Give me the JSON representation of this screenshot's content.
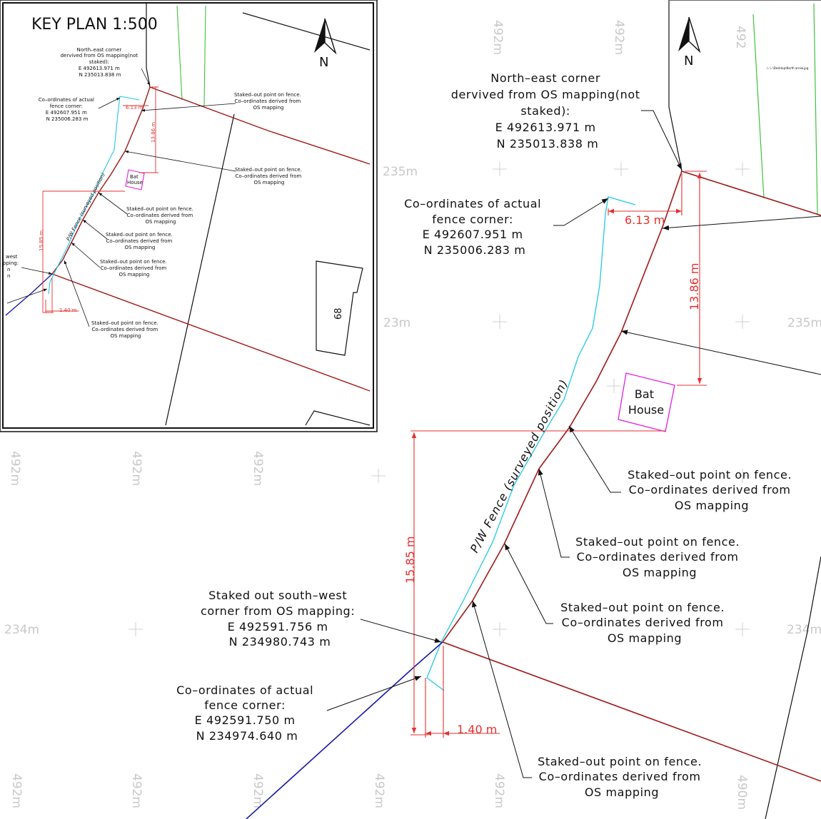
{
  "key_plan": {
    "title": "KEY PLAN 1:500",
    "north": "N",
    "ne_corner": [
      "North–east corner",
      "dervived from OS mapping(not",
      "staked):",
      "E 492613.971 m",
      "N 235013.838 m"
    ],
    "actual_ne": [
      "Co–ordinates of actual",
      "fence corner:",
      "E 492607.951 m",
      "N 235006.283 m"
    ],
    "staked_1": [
      "Staked–out point on fence.",
      "Co–ordinates derived from",
      "OS mapping"
    ],
    "staked_2": [
      "Staked–out point on fence.",
      "Co–ordinates derived from",
      "OS mapping"
    ],
    "staked_3": [
      "Staked–out point on fence.",
      "Co–ordinates derived from",
      "OS mapping"
    ],
    "staked_4": [
      "Staked–out point on fence.",
      "Co–ordinates derived from",
      "OS mapping"
    ],
    "staked_5": [
      "Staked–out point on fence.",
      "Co–ordinates derived from",
      "OS mapping"
    ],
    "staked_6": [
      "Staked–out point on fence.",
      "Co–ordinates derived from",
      "OS mapping"
    ],
    "sw_partial": [
      "west",
      "pping:",
      "n",
      "n"
    ],
    "dim_613": "6.13 m",
    "dim_1386": "13.86 m",
    "dim_1585": "15.85 m",
    "dim_140": "1.40 m",
    "fence_label": "P/W Fence (surveyed position)",
    "bat_house": [
      "Bat",
      "House"
    ],
    "building_no": "68"
  },
  "main": {
    "north": "N",
    "ne_corner": [
      "North–east corner",
      "dervived from OS mapping(not",
      "staked):",
      "E 492613.971 m",
      "N 235013.838 m"
    ],
    "actual_ne": [
      "Co–ordinates of actual",
      "fence corner:",
      "E 492607.951 m",
      "N 235006.283 m"
    ],
    "staked_a": [
      "Staked–out point on fence.",
      "Co–ordinates derived from",
      "OS mapping"
    ],
    "staked_b": [
      "Staked–out point on fence.",
      "Co–ordinates derived from",
      "OS mapping"
    ],
    "staked_c": [
      "Staked–out point on fence.",
      "Co–ordinates derived from",
      "OS mapping"
    ],
    "staked_d": [
      "Staked–out point on fence.",
      "Co–ordinates derived from",
      "OS mapping"
    ],
    "sw_corner": [
      "Staked out south–west",
      "corner from OS mapping:",
      "E 492591.756 m",
      "N 234980.743 m"
    ],
    "actual_sw": [
      "Co–ordinates of actual",
      "fence corner:",
      "E 492591.750 m",
      "N 234974.640 m"
    ],
    "dim_613": "6.13 m",
    "dim_1386": "13.86 m",
    "dim_1585": "15.85 m",
    "dim_140": "1.40 m",
    "fence_label": "P/W Fence (surveyed position)",
    "bat_house": [
      "Bat",
      "House"
    ],
    "path_note": "..\\..\\..\\Desktop\\North arrow.jpg"
  },
  "grid_labels": {
    "top_492m_1": "492m",
    "top_492m_2": "492m",
    "top_492": "492",
    "row_235m": "235m",
    "row_23m": "23m",
    "row_235m_right": "235m",
    "row_234m_left": "234m",
    "row_234m_right": "234m",
    "mid_492m_1": "492m",
    "mid_492m_2": "492m",
    "mid_492m_3": "492m",
    "bot_492m_1": "492m",
    "bot_492m_2": "492m",
    "bot_492m_3": "492m",
    "bot_492m_4": "492m",
    "bot_492m_5": "492m",
    "bot_490m": "490m"
  },
  "colors": {
    "boundary": "#a01818",
    "dimension": "#e53030",
    "fence": "#22c8e6",
    "road": "#1a1aa8",
    "bat_house": "#e020e0",
    "hedge": "#40c040"
  }
}
